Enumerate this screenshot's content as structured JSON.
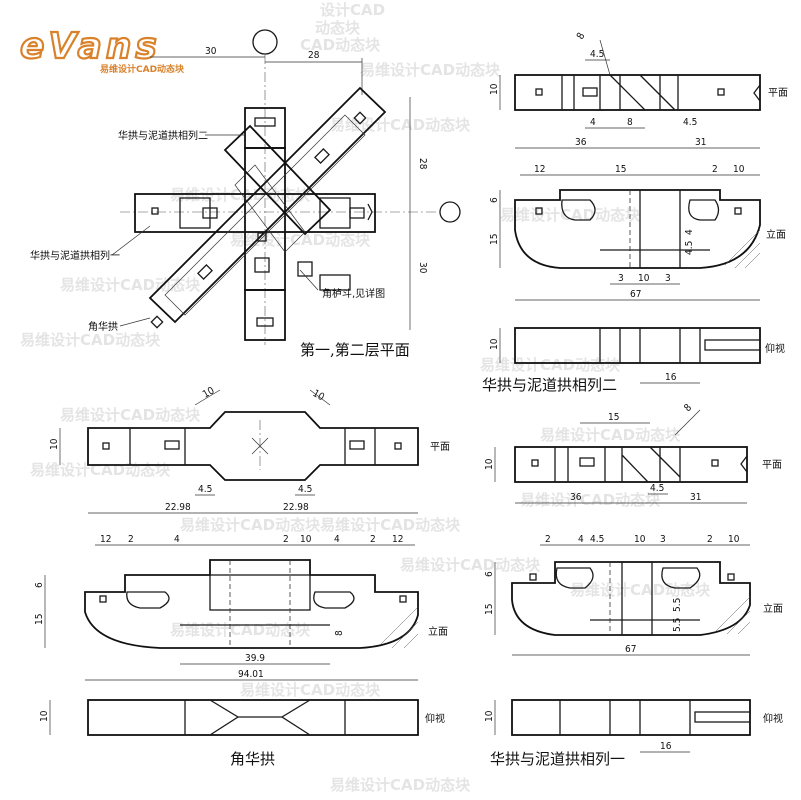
{
  "logo": {
    "text": "eVans",
    "subtitle": "易维设计CAD动态块"
  },
  "watermark": "易维设计CAD动态块",
  "watermark_fragments": [
    "设计CAD",
    "动态块",
    "CAD动态块",
    "易维设计CAD动态块易维设计CAD动态块"
  ],
  "plan_view": {
    "title": "第一,第二层平面",
    "callouts": {
      "row_two": "华拱与泥道拱相列二",
      "row_one": "华拱与泥道拱相列一",
      "corner_dou": "角栌斗,见详图",
      "corner_arm": "角华拱"
    },
    "dims": {
      "d30": "30",
      "d28": "28",
      "d28v": "28",
      "d30v": "30"
    }
  },
  "row_two": {
    "title": "华拱与泥道拱相列二",
    "view_plan": "平面",
    "view_elev": "立面",
    "view_bottom": "仰视",
    "dims": {
      "t_8": "8",
      "t_45a": "4.5",
      "h_10a": "10",
      "b_4": "4",
      "b_8": "8",
      "b_45": "4.5",
      "b_36": "36",
      "b_31": "31",
      "e_12": "12",
      "e_15": "15",
      "e_2": "2",
      "e_10": "10",
      "e_6": "6",
      "e_15v": "15",
      "e_45": "4.5",
      "e_4": "4",
      "e_3a": "3",
      "e_10b": "10",
      "e_3b": "3",
      "e_67": "67",
      "u_10": "10",
      "u_16": "16"
    }
  },
  "corner_arm": {
    "title": "角华拱",
    "view_plan": "平面",
    "view_elev": "立面",
    "view_bottom": "仰视",
    "dims": {
      "p_10": "10",
      "p_10d": "10",
      "p_45a": "4.5",
      "p_45b": "4.5",
      "p_2298a": "22.98",
      "p_2298b": "22.98",
      "e_12a": "12",
      "e_2a": "2",
      "e_4": "4",
      "e_2b": "2",
      "e_10": "10",
      "e_4b": "4",
      "e_2c": "2",
      "e_12b": "12",
      "e_6": "6",
      "e_15": "15",
      "e_8": "8",
      "e_399": "39.9",
      "e_9401": "94.01",
      "u_10": "10"
    }
  },
  "row_one": {
    "title": "华拱与泥道拱相列一",
    "view_plan": "平面",
    "view_elev": "立面",
    "view_bottom": "仰视",
    "dims": {
      "t_15": "15",
      "t_8": "8",
      "h_10": "10",
      "b_45": "4.5",
      "b_36": "36",
      "b_31": "31",
      "e_2": "2",
      "e_4": "4",
      "e_45": "4.5",
      "e_10a": "10",
      "e_3": "3",
      "e_2b": "2",
      "e_10b": "10",
      "e_6": "6",
      "e_15": "15",
      "e_55a": "5.5",
      "e_55b": "5.5",
      "e_67": "67",
      "u_10": "10",
      "u_16": "16"
    }
  }
}
